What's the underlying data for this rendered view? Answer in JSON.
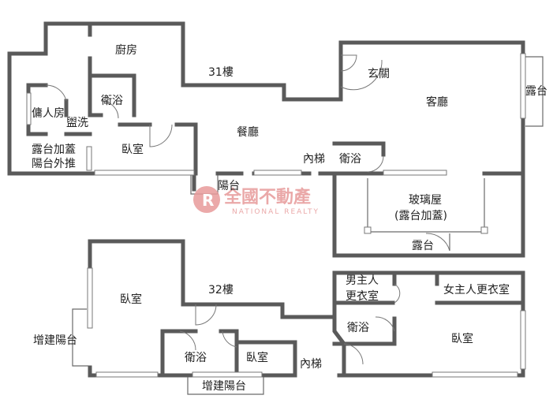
{
  "floors": {
    "f31": "31樓",
    "f32": "32樓"
  },
  "rooms_31": {
    "kitchen": "廚房",
    "maid_room": "傭人房",
    "wash": "盥洗",
    "bath_left": "衛浴",
    "bedroom": "臥室",
    "balcony_push_1": "露台加蓋",
    "balcony_push_2": "陽台外推",
    "dining": "餐廳",
    "foyer": "玄關",
    "living": "客廳",
    "terrace_right": "露台",
    "stairs": "內梯",
    "bath_mid": "衛浴",
    "balcony": "陽台",
    "glass_room_1": "玻璃屋",
    "glass_room_2": "(露台加蓋)",
    "terrace_bottom": "露台"
  },
  "rooms_32": {
    "bedroom_left": "臥室",
    "ext_balcony_left": "增建陽台",
    "bath": "衛浴",
    "bedroom_small": "臥室",
    "ext_balcony_bottom": "增建陽台",
    "stairs": "內梯",
    "his_closet_1": "男主人",
    "his_closet_2": "更衣室",
    "her_closet": "女主人更衣室",
    "master_bath": "衛浴",
    "master_bedroom": "臥室"
  },
  "watermark": {
    "brand": "全國不動產",
    "brand_en": "NATIONAL REALTY",
    "color": "#e79a9a"
  }
}
